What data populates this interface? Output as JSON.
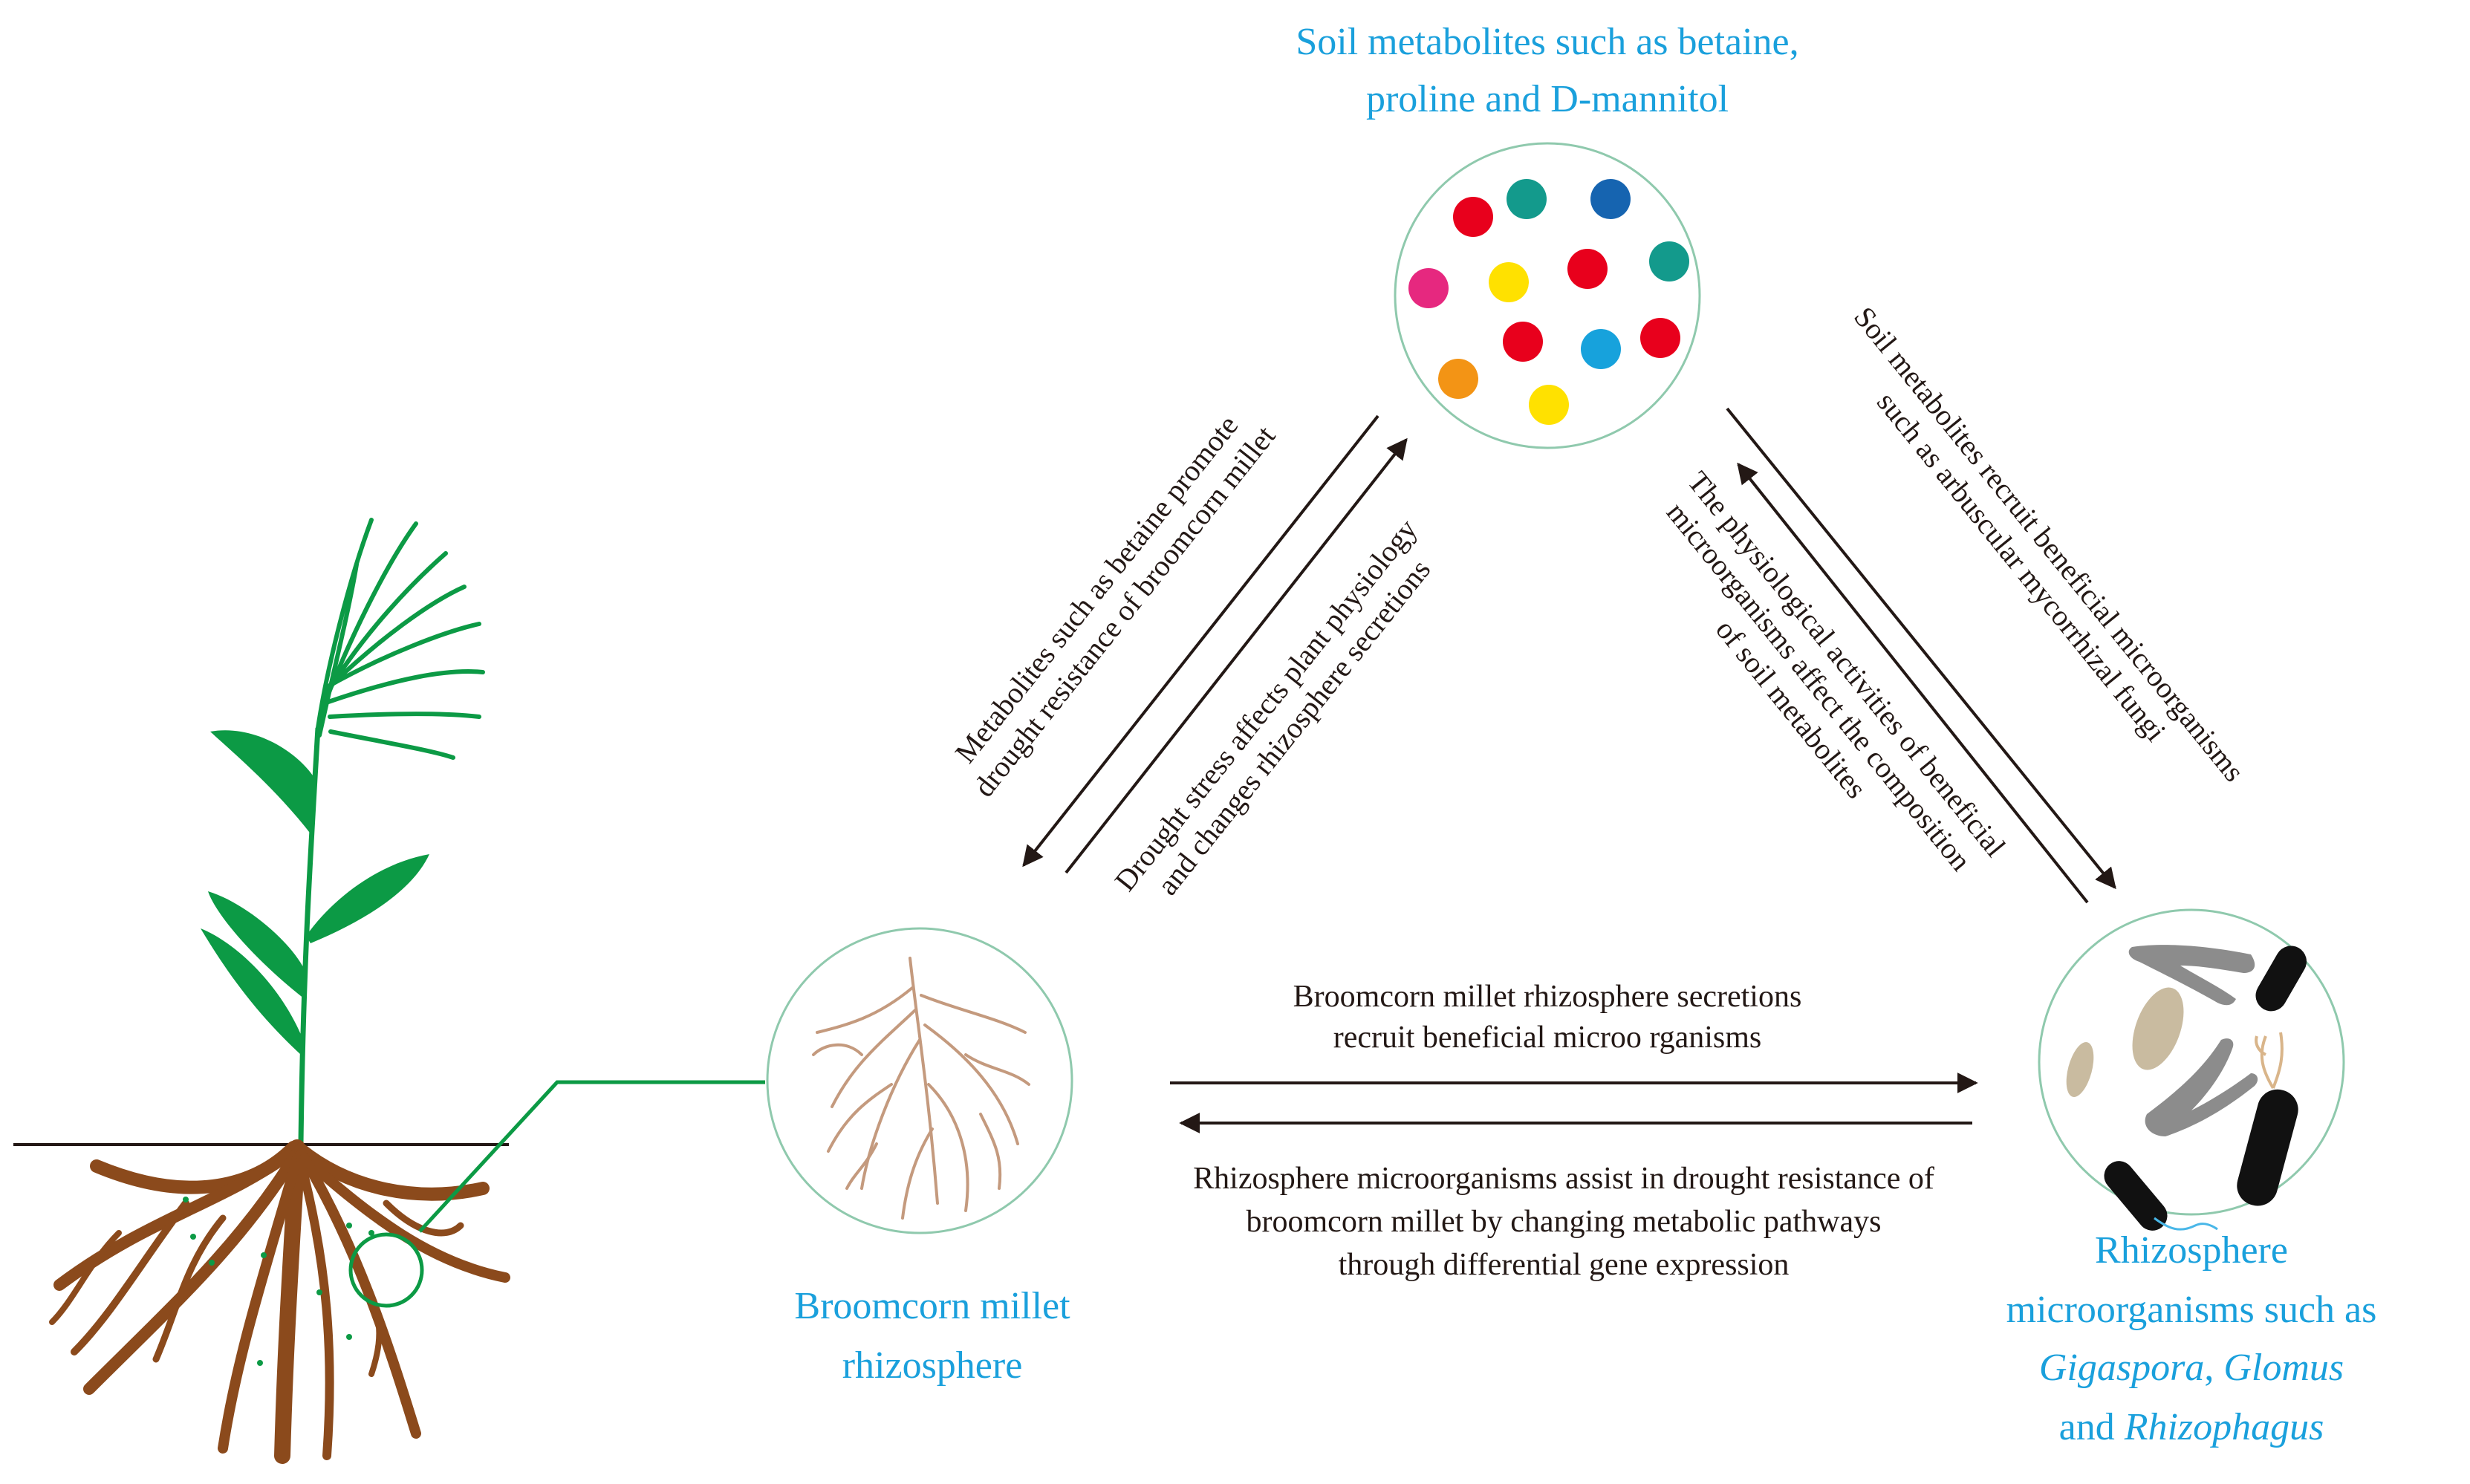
{
  "nodes": {
    "metabolites": {
      "label_line1": "Soil metabolites such as betaine,",
      "label_line2": "proline and D-mannitol"
    },
    "rhizosphere": {
      "label_line1": "Broomcorn millet",
      "label_line2": "rhizosphere"
    },
    "microorganisms": {
      "label_line1": "Rhizosphere",
      "label_line2": "microorganisms such as",
      "genus1": "Gigaspora",
      "sep1": ", ",
      "genus2": "Glomus",
      "and_word": "and ",
      "genus3": "Rhizophagus"
    }
  },
  "edges": {
    "metabolites_to_rhizosphere": {
      "line1": "Metabolites such as betaine promote",
      "line2": "drought resistance of broomcorn millet"
    },
    "rhizosphere_to_metabolites": {
      "line1": "Drought stress affects plant physiology",
      "line2": "and changes rhizosphere secretions"
    },
    "metabolites_to_microorganisms": {
      "line1": "Soil metabolites recruit beneficial microorganisms",
      "line2": "such as arbuscular mycorrhizal fungi"
    },
    "microorganisms_to_metabolites": {
      "line1": "The physiological activities of beneficial",
      "line2": "microorganisms affect the composition",
      "line3": "of soil metabolites"
    },
    "rhizosphere_to_microorganisms": {
      "line1": "Broomcorn millet rhizosphere secretions",
      "line2": "recruit beneficial microo rganisms"
    },
    "microorganisms_to_rhizosphere": {
      "line1": "Rhizosphere microorganisms assist in drought resistance of",
      "line2": "broomcorn millet by changing metabolic pathways",
      "line3": "through differential gene expression"
    }
  },
  "colors": {
    "label_blue": "#1aa0dc",
    "text_dark": "#231815",
    "plant_green": "#0c9a45",
    "root_brown": "#8b4a1c",
    "circle_outline": "#8fc9ad",
    "connector_green": "#0c9a45"
  },
  "icons": {
    "plant": "broomcorn-millet-plant-illustration",
    "root_zoom": "root-network-icon",
    "metabolite_dots": "metabolite-dots-icon",
    "microbes": "microbe-cells-icon"
  }
}
